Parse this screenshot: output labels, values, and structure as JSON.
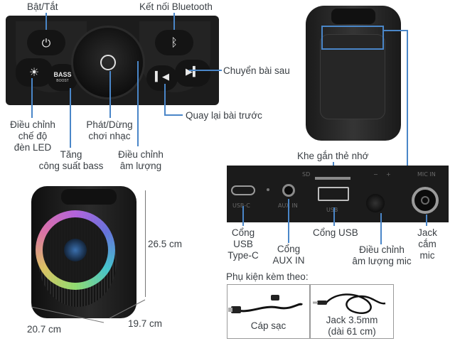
{
  "labels": {
    "power": "Bật/Tắt",
    "bluetooth": "Kết nối Bluetooth",
    "next_track": "Chuyển bài sau",
    "prev_track": "Quay lại bài trước",
    "led_mode": [
      "Điều chỉnh",
      "chế độ",
      "đèn LED"
    ],
    "bass_boost": [
      "Tăng",
      "công suất bass"
    ],
    "play_pause": [
      "Phát/Dừng",
      "chơi nhạc"
    ],
    "volume": [
      "Điều chỉnh",
      "âm lượng"
    ],
    "card_slot": "Khe gắn thẻ nhớ",
    "usb_c": [
      "Cổng",
      "USB",
      "Type-C"
    ],
    "aux_in": [
      "Cổng",
      "AUX IN"
    ],
    "usb_port": "Cổng USB",
    "mic_volume": [
      "Điều chỉnh",
      "âm lượng mic"
    ],
    "mic_jack": [
      "Jack",
      "cắm",
      "mic"
    ]
  },
  "panel_text": {
    "bass_top": "BASS",
    "bass_bottom": "BOOST",
    "port_usbc": "USB-C",
    "port_aux": "AUX IN",
    "port_usb": "USB",
    "port_mic": "MIC IN",
    "port_sd": "SD",
    "port_minus": "−",
    "port_plus": "+"
  },
  "dimensions": {
    "height": "26.5 cm",
    "width": "20.7 cm",
    "depth": "19.7 cm"
  },
  "accessories": {
    "heading": "Phụ kiện kèm theo:",
    "items": [
      {
        "label": [
          "Cáp sạc"
        ],
        "icon": "usb-cable-icon"
      },
      {
        "label": [
          "Jack 3.5mm",
          "(dài 61 cm)"
        ],
        "icon": "audio-cable-icon"
      }
    ]
  },
  "colors": {
    "callout_line": "#4a86c8",
    "panel": "#1e1e1e",
    "text": "#3a3f44"
  }
}
